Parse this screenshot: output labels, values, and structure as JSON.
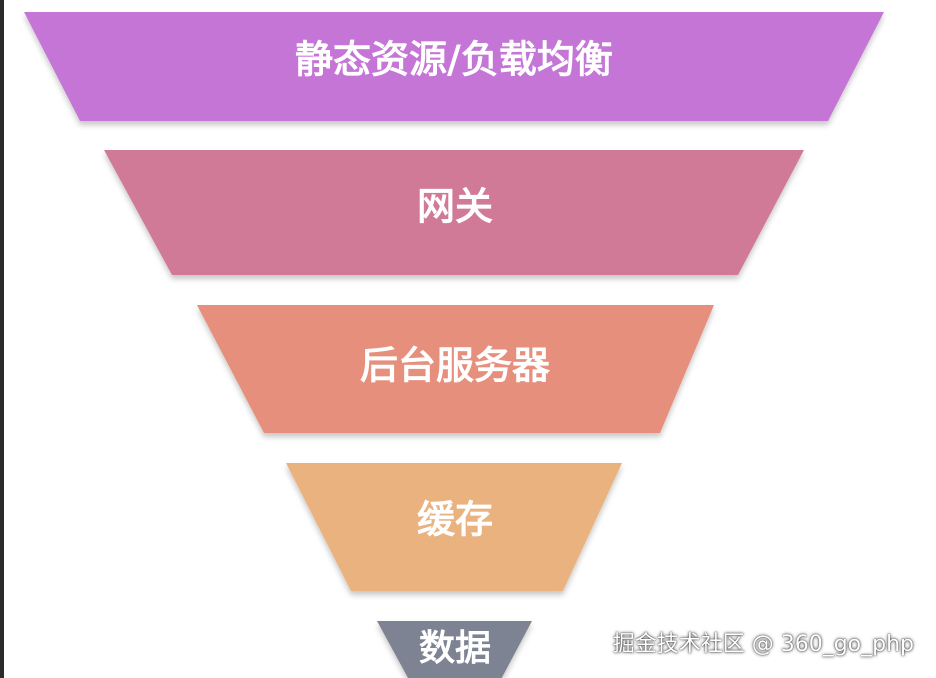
{
  "funnel": {
    "layers": [
      {
        "label": "静态资源/负载均衡",
        "color": "#c474d6"
      },
      {
        "label": "网关",
        "color": "#d07a98"
      },
      {
        "label": "后台服务器",
        "color": "#e58f7c"
      },
      {
        "label": "缓存",
        "color": "#eab27f"
      },
      {
        "label": "数据",
        "color": "#7e8393"
      }
    ]
  },
  "watermark": {
    "text": "掘金技术社区 @ 360_go_php"
  }
}
